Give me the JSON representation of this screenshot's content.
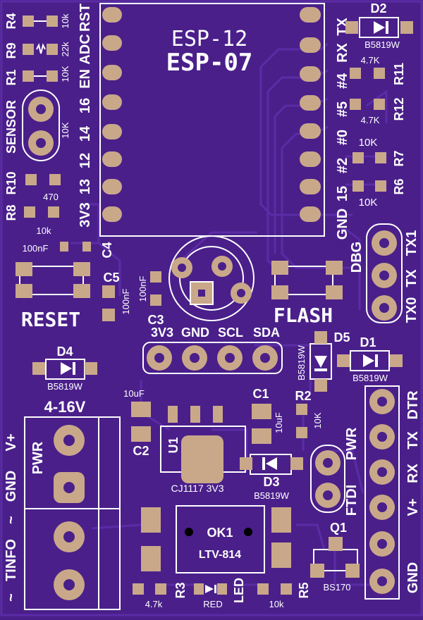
{
  "colors": {
    "board": "#4a1f8a",
    "copper": "#5b2ca6",
    "pad": "#c9a88a",
    "silk": "#ffffff",
    "hole": "#4a1f8a"
  },
  "module": {
    "line1": "ESP-12",
    "line2": "ESP-07"
  },
  "left_pins": [
    "RST",
    "ADC",
    "EN",
    "16",
    "14",
    "12",
    "13",
    "3V3"
  ],
  "right_pins": [
    "TX",
    "RX",
    "#4",
    "#5",
    "#0",
    "#2",
    "15",
    "GND"
  ],
  "refs": {
    "r4": "R4",
    "r9": "R9",
    "r1": "R1",
    "r10": "R10",
    "r8": "R8",
    "c4": "C4",
    "c5": "C5",
    "c3": "C3",
    "c1": "C1",
    "c2": "C2",
    "r2": "R2",
    "d1": "D1",
    "d2": "D2",
    "d3": "D3",
    "d4": "D4",
    "d5": "D5",
    "r11": "R11",
    "r12": "R12",
    "r7": "R7",
    "r6": "R6",
    "u1": "U1",
    "ok1": "OK1",
    "q1": "Q1",
    "r3": "R3",
    "r5": "R5"
  },
  "values": {
    "r4": "10k",
    "r9": "22k",
    "r1": "10K",
    "r10": "470",
    "r8": "10k",
    "c4": "100nF",
    "c5": "100nF",
    "c3": "100nF",
    "c1": "10uF",
    "c2": "10uF",
    "r2": "10K",
    "r11": "4.7K",
    "r12": "4.7K",
    "r7": "10K",
    "r6": "10K",
    "r3": "4.7k",
    "r5": "10k",
    "d_part": "B5819W",
    "u1": "CJ1117 3V3",
    "ok1": "LTV-814",
    "q1": "BS170",
    "led": "RED",
    "led_ref": "LED"
  },
  "labels": {
    "sensor": "SENSOR",
    "left_col_16": "16",
    "left_col_14": "14",
    "left_col_12": "12",
    "left_col_13": "13",
    "left_col_3v3": "3V3",
    "left_col_10k": "10K",
    "reset": "RESET",
    "flash": "FLASH",
    "dbg": "DBG",
    "dbg_pins": [
      "TX1",
      "TX",
      "TX0"
    ],
    "i2c": [
      "3V3",
      "GND",
      "SCL",
      "SDA"
    ],
    "power_in": "4-16V",
    "terminal_pwr": "PWR",
    "terminal_side": [
      "V+",
      "GND",
      "~",
      "TINFO",
      "~"
    ],
    "ftdi": "FTDI",
    "ftdi_pwr": "PWR",
    "ftdi_pins": [
      "DTR",
      "TX",
      "RX",
      "V+",
      "GND"
    ]
  }
}
